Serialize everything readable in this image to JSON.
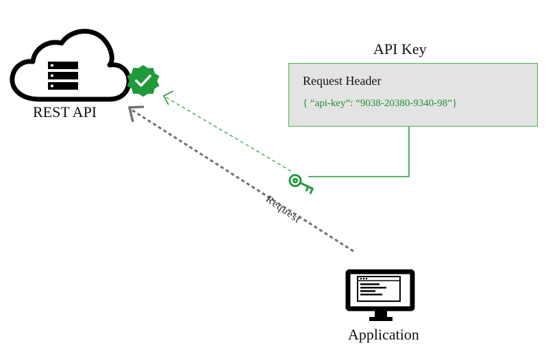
{
  "diagram": {
    "rest_api_label": "REST API",
    "api_key_title": "API Key",
    "request_header": {
      "title": "Request Header",
      "value": "{ “api-key”: “9038-20380-9340-98”}"
    },
    "request_label": "Request",
    "application_label": "Application"
  },
  "icons": {
    "cloud": "cloud-server-icon",
    "verified": "verified-badge-icon",
    "key": "key-icon",
    "monitor": "monitor-icon"
  },
  "colors": {
    "accent_green": "#1e9a3a",
    "header_box_fill": "#e3e3e3",
    "header_box_border": "#4caf50",
    "request_arrow": "#707070",
    "icon_black": "#000000"
  }
}
